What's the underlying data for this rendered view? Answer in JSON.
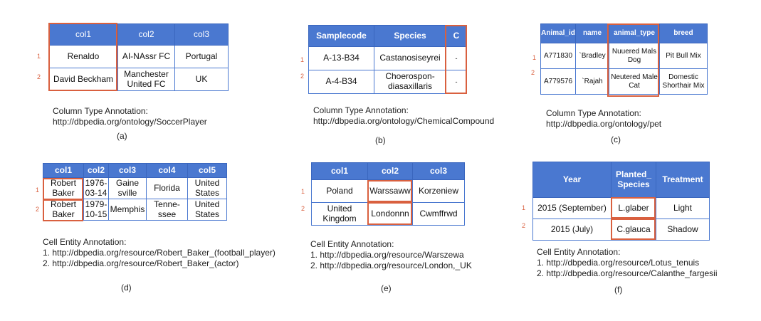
{
  "panels": [
    {
      "id": "a",
      "headers": [
        "col1",
        "col2",
        "col3"
      ],
      "rows": [
        [
          "Renaldo",
          "AI-NAssr FC",
          "Portugal"
        ],
        [
          "David Beckham",
          "Manchester United FC",
          "UK"
        ]
      ],
      "row_numbers": [
        "1",
        "2"
      ],
      "annotation_title": "Column Type Annotation:",
      "annotation_lines": [
        "http://dbpedia.org/ontology/SoccerPlayer"
      ],
      "caption": "(a)"
    },
    {
      "id": "b",
      "headers": [
        "Samplecode",
        "Species",
        "C"
      ],
      "rows": [
        [
          "A-13-B34",
          "Castanosiseyrei",
          "-"
        ],
        [
          "A-4-B34",
          "Choerospon-diasaxillaris",
          "-"
        ]
      ],
      "row_numbers": [
        "1",
        "2"
      ],
      "annotation_title": "Column Type Annotation:",
      "annotation_lines": [
        "http://dbpedia.org/ontology/ChemicalCompound"
      ],
      "caption": "(b)"
    },
    {
      "id": "c",
      "headers": [
        "Animal_id",
        "name",
        "animal_type",
        "breed"
      ],
      "rows": [
        [
          "A771830",
          "`Bradley",
          "Nuuered Mals Dog",
          "Pit Bull Mix"
        ],
        [
          "A779576",
          "`Rajah",
          "Neutered Male Cat",
          "Domestic Shorthair Mix"
        ]
      ],
      "row_numbers": [
        "1",
        "2"
      ],
      "annotation_title": "Column Type Annotation:",
      "annotation_lines": [
        "http://dbpedia.org/ontology/pet"
      ],
      "caption": "(c)"
    },
    {
      "id": "d",
      "headers": [
        "col1",
        "col2",
        "col3",
        "col4",
        "col5"
      ],
      "rows": [
        [
          "Robert Baker",
          "1976-03-14",
          "Gaine sville",
          "Florida",
          "United States"
        ],
        [
          "Robert Baker",
          "1979-10-15",
          "Memphis",
          "Tenne-ssee",
          "United States"
        ]
      ],
      "row_numbers": [
        "1",
        "2"
      ],
      "annotation_title": "Cell Entity Annotation:",
      "annotation_lines": [
        "1. http://dbpedia.org/resource/Robert_Baker_(football_player)",
        "2. http://dbpedia.org/resource/Robert_Baker_(actor)"
      ],
      "caption": "(d)"
    },
    {
      "id": "e",
      "headers": [
        "col1",
        "col2",
        "col3"
      ],
      "rows": [
        [
          "Poland",
          "Warssaww",
          "Korzeniew"
        ],
        [
          "United Kingdom",
          "Londonnn",
          "Cwmffrwd"
        ]
      ],
      "row_numbers": [
        "1",
        "2"
      ],
      "annotation_title": "Cell Entity Annotation:",
      "annotation_lines": [
        "1. http://dbpedia.org/resource/Warszewa",
        "2. http://dbpedia.org/resource/London,_UK"
      ],
      "caption": "(e)"
    },
    {
      "id": "f",
      "headers": [
        "Year",
        "Planted_ Species",
        "Treatment"
      ],
      "rows": [
        [
          "2015 (September)",
          "L.glaber",
          "Light"
        ],
        [
          "2015 (July)",
          "C.glauca",
          "Shadow"
        ]
      ],
      "row_numbers": [
        "1",
        "2"
      ],
      "annotation_title": "Cell Entity Annotation:",
      "annotation_lines": [
        "1. http://dbpedia.org/resource/Lotus_tenuis",
        "2. http://dbpedia.org/resource/Calanthe_fargesii"
      ],
      "caption": "(f)"
    }
  ],
  "colors": {
    "header": "#4a78d0",
    "highlight": "#d9603f",
    "border": "#4a78d0"
  }
}
